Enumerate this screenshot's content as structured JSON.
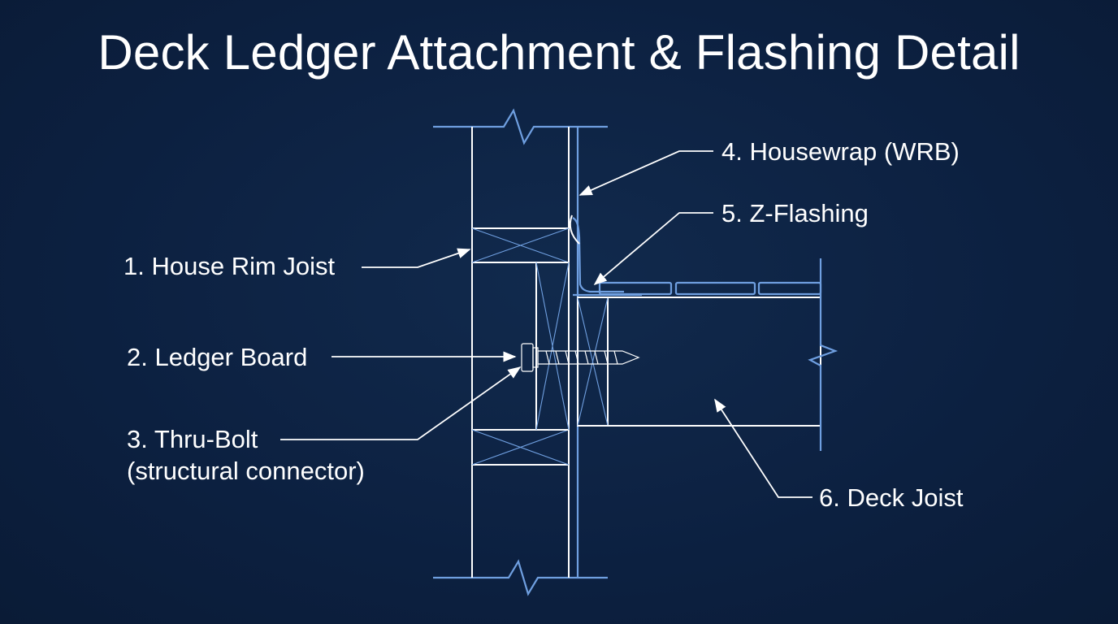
{
  "title": "Deck Ledger Attachment & Flashing Detail",
  "callouts": {
    "house_rim_joist": "1. House Rim Joist",
    "ledger_board": "2. Ledger Board",
    "thru_bolt_line1": "3. Thru-Bolt",
    "thru_bolt_line2": "(structural connector)",
    "housewrap": "4. Housewrap (WRB)",
    "z_flashing": "5. Z-Flashing",
    "deck_joist": "6. Deck Joist"
  },
  "colors": {
    "background": "#0d2240",
    "line_white": "#ffffff",
    "line_blue": "#6f9fe0"
  }
}
